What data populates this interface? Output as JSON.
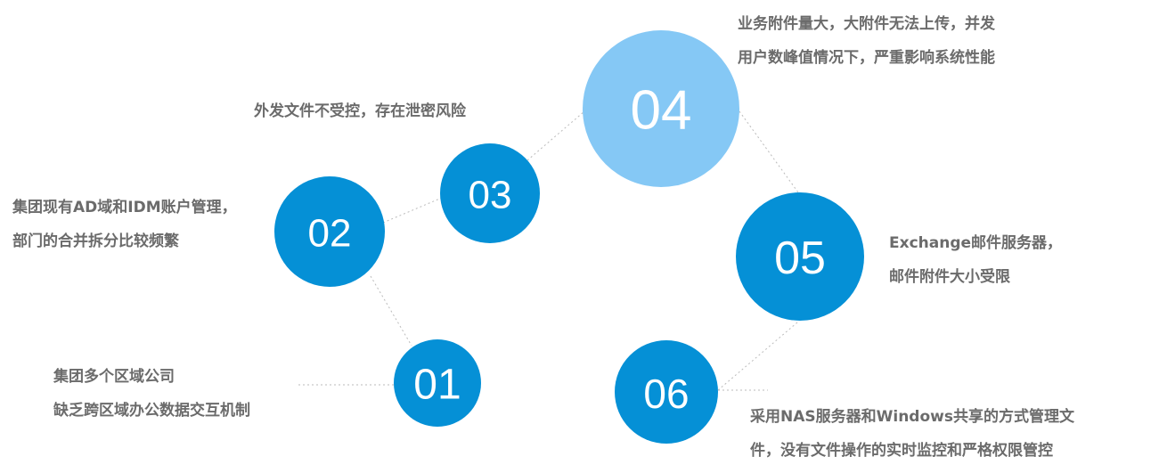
{
  "colors": {
    "primary": "#0590d6",
    "highlight": "#85c8f5",
    "text": "#6b6b6b",
    "connector": "#bbbbbb"
  },
  "items": [
    {
      "number": "01",
      "lines": [
        "集团多个区域公司",
        "缺乏跨区域办公数据交互机制"
      ]
    },
    {
      "number": "02",
      "lines": [
        "集团现有AD域和IDM账户管理，",
        "部门的合并拆分比较频繁"
      ]
    },
    {
      "number": "03",
      "lines": [
        "外发文件不受控，存在泄密风险"
      ]
    },
    {
      "number": "04",
      "lines": [
        "业务附件量大，大附件无法上传，并发",
        "用户数峰值情况下，严重影响系统性能"
      ]
    },
    {
      "number": "05",
      "lines": [
        "Exchange邮件服务器，",
        "邮件附件大小受限"
      ]
    },
    {
      "number": "06",
      "lines": [
        "采用NAS服务器和Windows共享的方式管理文",
        "件，没有文件操作的实时监控和严格权限管控"
      ]
    }
  ]
}
